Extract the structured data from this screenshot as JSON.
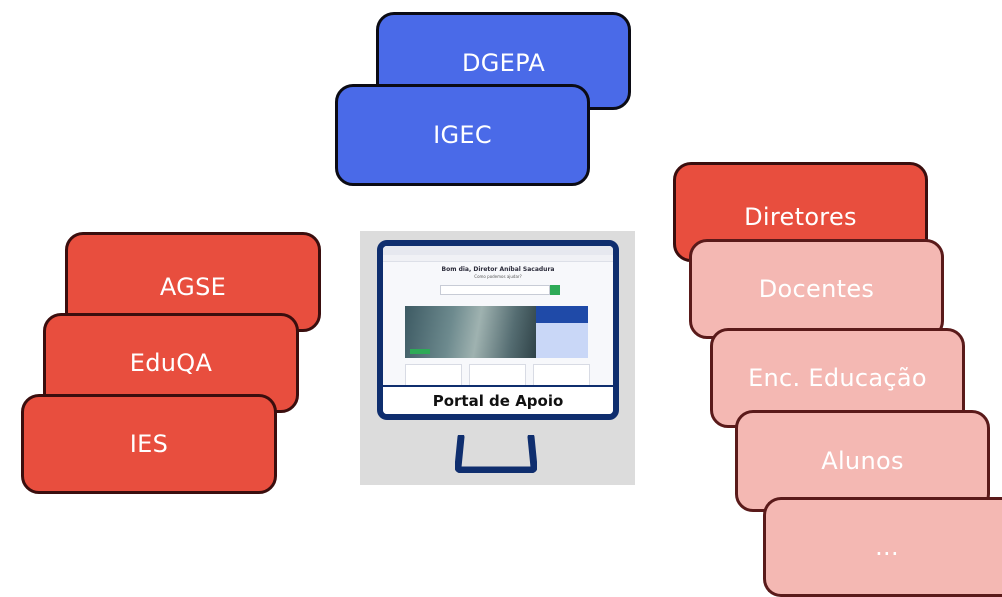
{
  "top_group": {
    "dgepa": "DGEPA",
    "igec": "IGEC"
  },
  "left_group": {
    "agse": "AGSE",
    "eduqa": "EduQA",
    "ies": "IES"
  },
  "right_group": {
    "diretores": "Diretores",
    "docentes": "Docentes",
    "enc_educacao": "Enc. Educação",
    "alunos": "Alunos",
    "more": "..."
  },
  "monitor": {
    "caption": "Portal de Apoio",
    "greeting": "Bom dia, Diretor Aníbal Sacadura",
    "subtitle": "Como podemos ajudar?"
  },
  "colors": {
    "blue": "#4a6ae8",
    "red": "#e84e3e",
    "pink": "#f4b8b3",
    "monitor_frame": "#0f2e6e"
  }
}
